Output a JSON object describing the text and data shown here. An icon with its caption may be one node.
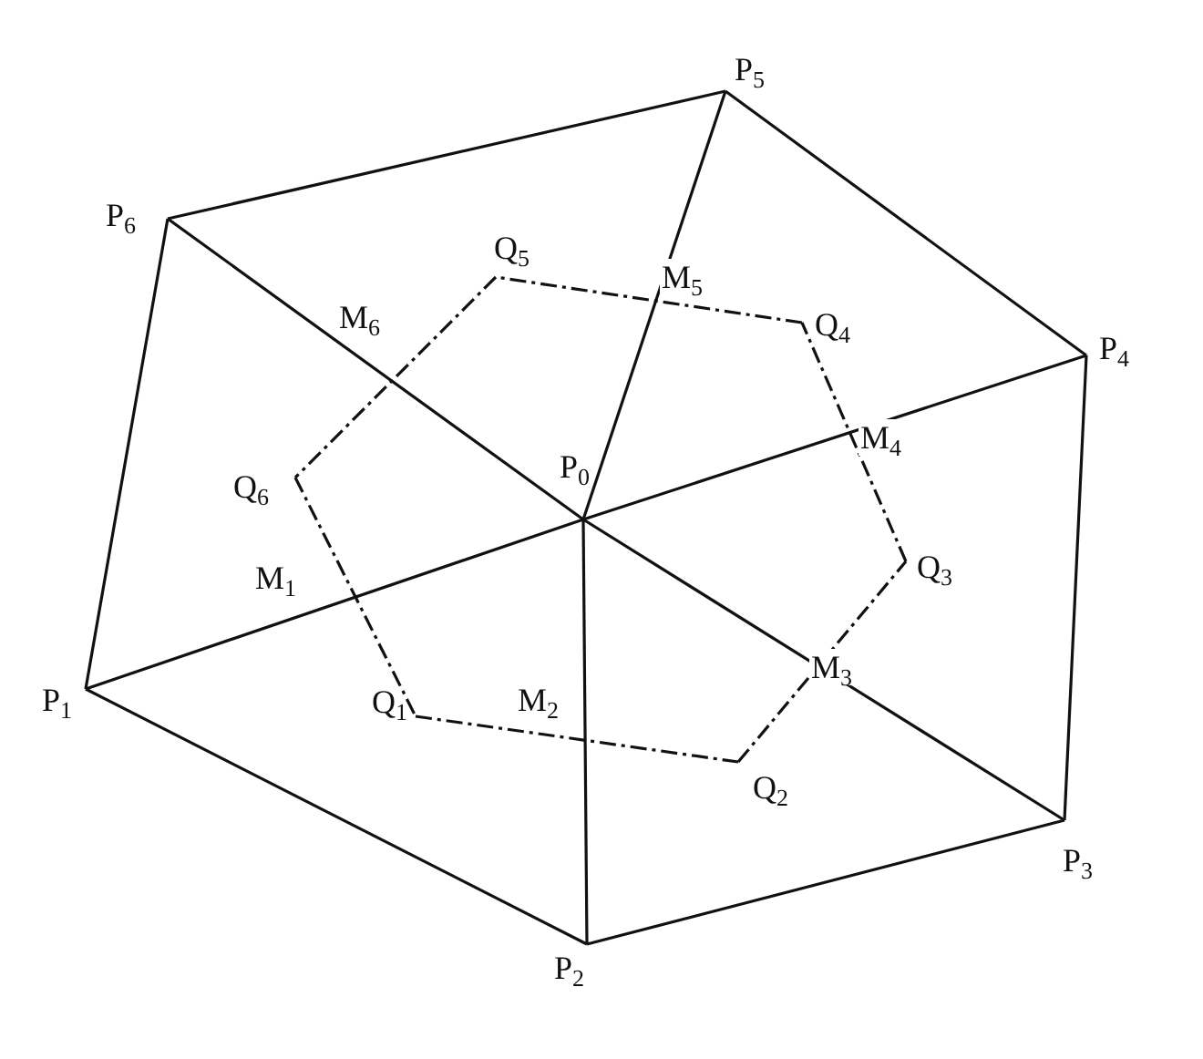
{
  "diagram": {
    "nodes": [
      {
        "text": [
          "P$_{0}$"
        ]
      },
      {
        "text": [
          "P$_{1}$"
        ]
      },
      {
        "text": [
          "P$_{2}$"
        ]
      },
      {
        "text": [
          "P$_{3}$"
        ]
      },
      {
        "text": [
          "P$_{4}$"
        ]
      },
      {
        "text": [
          "P$_{5}$"
        ]
      },
      {
        "text": [
          "P$_{6}$"
        ]
      },
      {
        "text": [
          "Q$_{1}$"
        ]
      },
      {
        "text": [
          "Q$_{2}$"
        ]
      },
      {
        "text": [
          "Q$_{3}$"
        ]
      },
      {
        "text": [
          "Q$_{4}$"
        ]
      },
      {
        "text": [
          "Q$_{5}$"
        ]
      },
      {
        "text": [
          "Q$_{6}$"
        ]
      }
    ],
    "edges": [
      {
        "from": 0,
        "to": 1,
        "arrow": "none"
      },
      {
        "from": 0,
        "to": 2,
        "arrow": "none"
      },
      {
        "from": 0,
        "to": 3,
        "arrow": "none"
      },
      {
        "from": 0,
        "to": 4,
        "arrow": "none"
      },
      {
        "from": 0,
        "to": 5,
        "arrow": "none"
      },
      {
        "from": 0,
        "to": 6,
        "arrow": "none"
      },
      {
        "from": 1,
        "to": 2,
        "arrow": "none"
      },
      {
        "from": 2,
        "to": 3,
        "arrow": "none"
      },
      {
        "from": 3,
        "to": 4,
        "arrow": "none"
      },
      {
        "from": 4,
        "to": 5,
        "arrow": "none"
      },
      {
        "from": 5,
        "to": 6,
        "arrow": "none"
      },
      {
        "from": 6,
        "to": 1,
        "arrow": "none"
      },
      {
        "from": 7,
        "to": 8,
        "arrow": "none",
        "style": "dashed"
      },
      {
        "from": 8,
        "to": 9,
        "arrow": "none",
        "style": "dashed"
      },
      {
        "from": 9,
        "to": 10,
        "arrow": "none",
        "style": "dashed"
      },
      {
        "from": 10,
        "to": 11,
        "arrow": "none",
        "style": "dashed"
      },
      {
        "from": 11,
        "to": 12,
        "arrow": "none",
        "style": "dashed"
      },
      {
        "from": 12,
        "to": 7,
        "arrow": "none",
        "style": "dashed"
      }
    ],
    "labels": [
      "M$_{1}$",
      "M$_{2}$",
      "M$_{3}$",
      "M$_{4}$",
      "M$_{5}$",
      "M$_{6}$"
    ]
  }
}
